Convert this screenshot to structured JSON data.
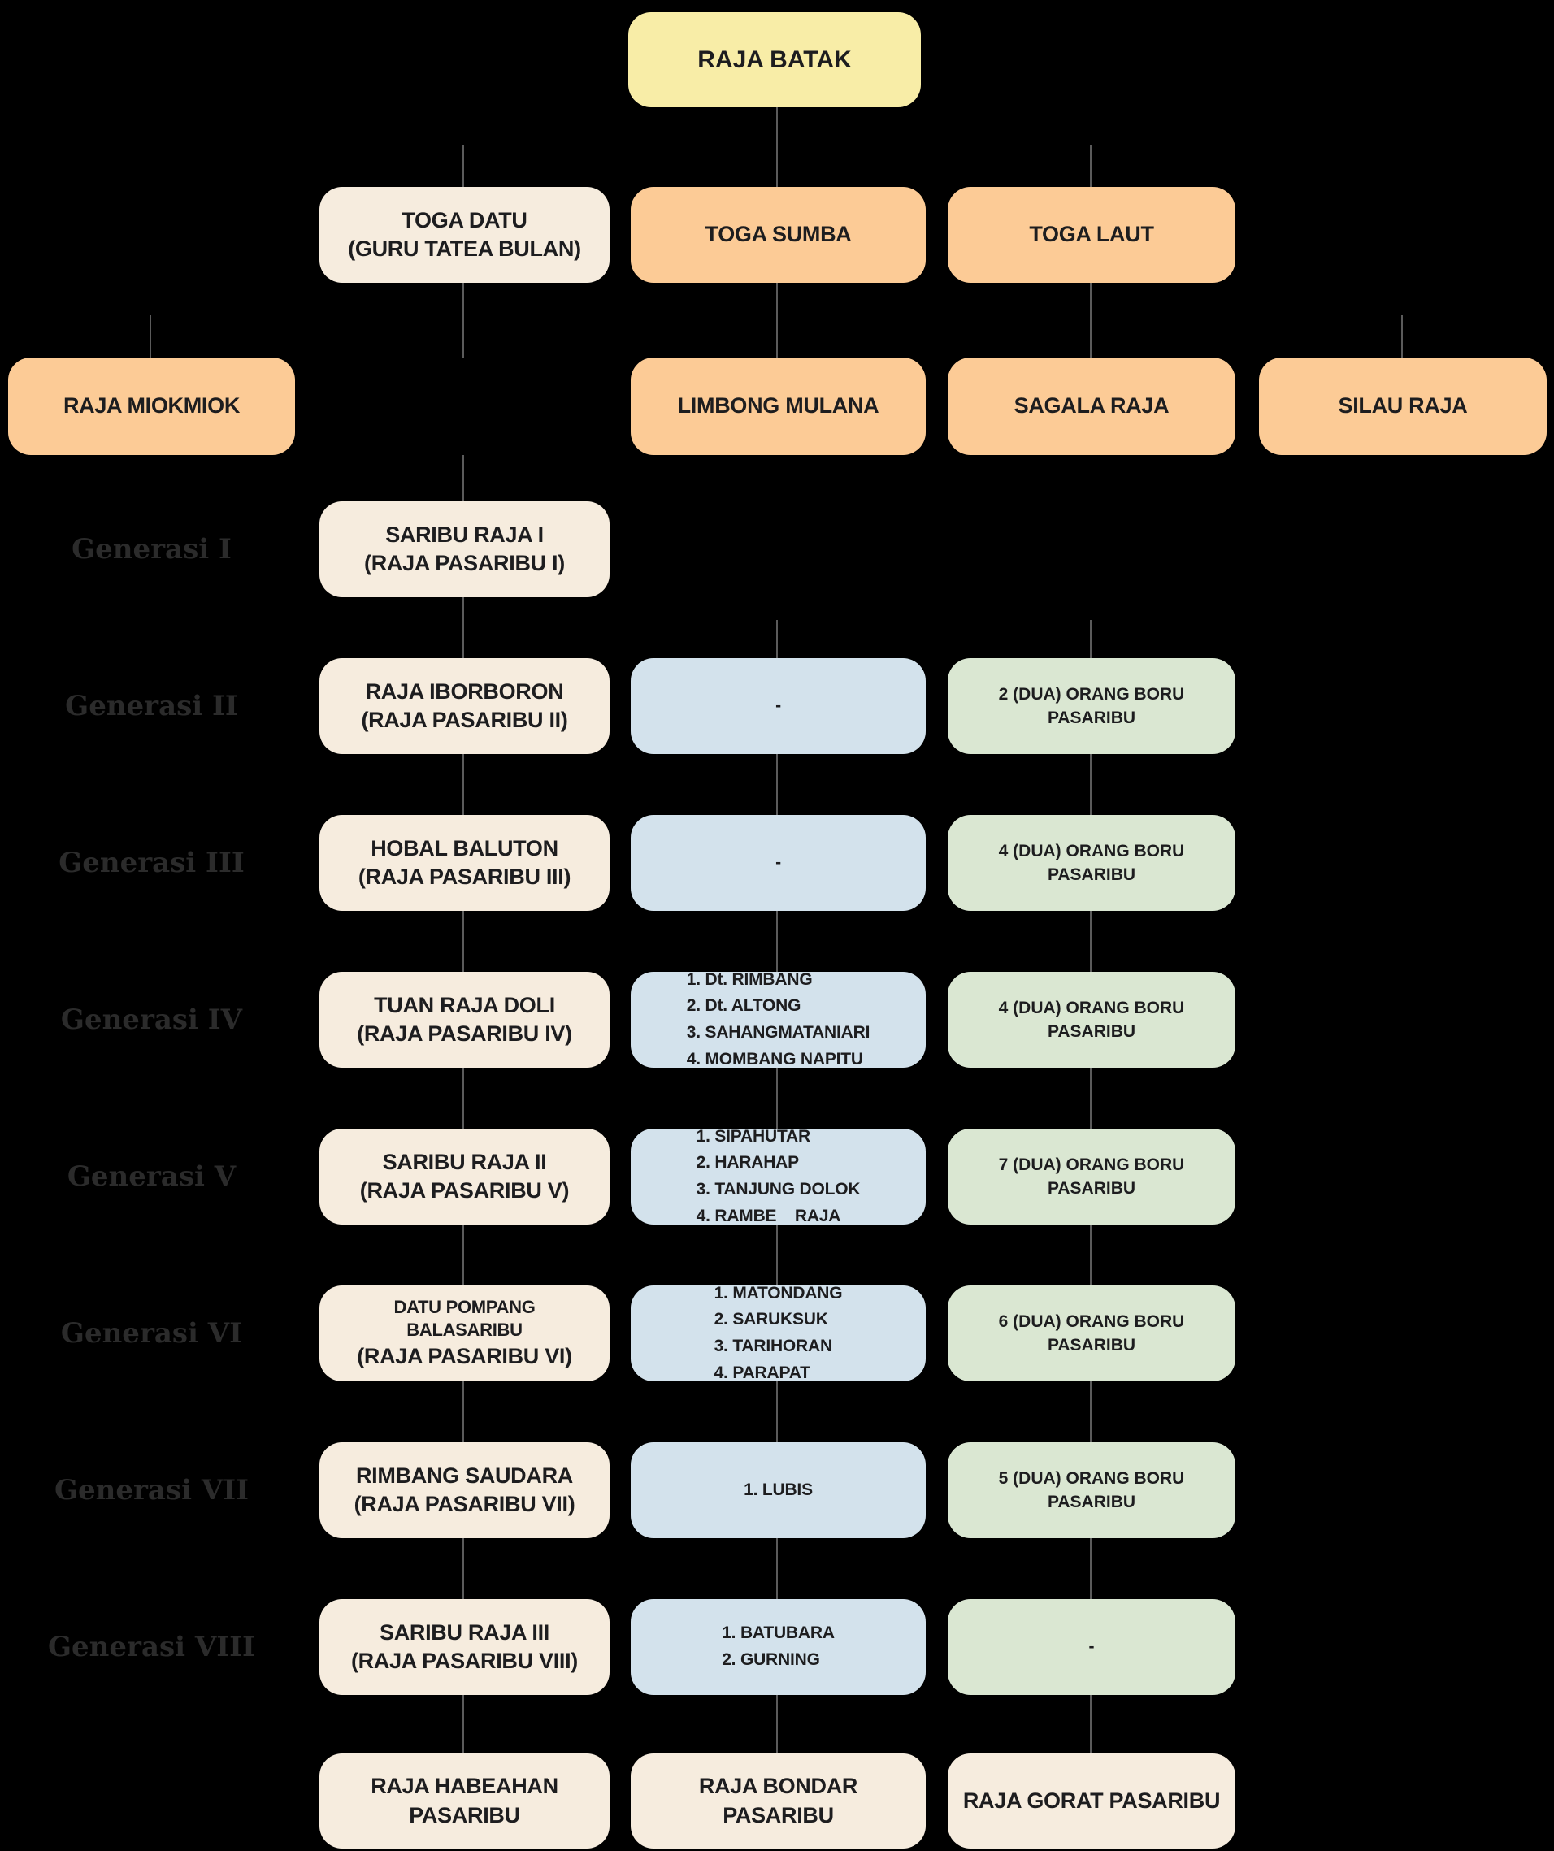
{
  "title": "RAJA BATAK",
  "colors": {
    "background": "#000000",
    "root_fill": "#F8EDA7",
    "root_shadow": "#EFE192",
    "ancestor_fill": "#F6ECDE",
    "ancestor_shadow": "#E2BF92",
    "clan_fill": "#FCCB96",
    "descendant_fill": "#D3E2EC",
    "boru_fill": "#DAE7D2",
    "connector_line": "#5B5B5B",
    "label_text": "#2B2B2B",
    "node_text": "#1D1D1F"
  },
  "root": {
    "label": "RAJA BATAK"
  },
  "level2": [
    {
      "title": "TOGA DATU",
      "subtitle": "(GURU TATEA BULAN)"
    },
    {
      "title": "TOGA SUMBA"
    },
    {
      "title": "TOGA LAUT"
    }
  ],
  "level3": [
    "RAJA MIOKMIOK",
    "LIMBONG MULANA",
    "SAGALA RAJA",
    "SILAU RAJA"
  ],
  "generations": [
    {
      "label": "Generasi I",
      "main": [
        "SARIBU RAJA I",
        "(RAJA PASARIBU I)"
      ],
      "sub": null,
      "boru": null
    },
    {
      "label": "Generasi II",
      "main": [
        "RAJA IBORBORON",
        "(RAJA PASARIBU II)"
      ],
      "sub": [
        "-"
      ],
      "boru": "2 (DUA) ORANG BORU PASARIBU"
    },
    {
      "label": "Generasi III",
      "main": [
        "HOBAL BALUTON",
        "(RAJA PASARIBU III)"
      ],
      "sub": [
        "-"
      ],
      "boru": "4 (DUA) ORANG BORU PASARIBU"
    },
    {
      "label": "Generasi IV",
      "main": [
        "TUAN RAJA DOLI",
        "(RAJA PASARIBU IV)"
      ],
      "sub": [
        "1. Dt. RIMBANG",
        "2. Dt. ALTONG",
        "3. SAHANGMATANIARI",
        "4. MOMBANG NAPITU"
      ],
      "boru": "4 (DUA) ORANG BORU PASARIBU"
    },
    {
      "label": "Generasi V",
      "main": [
        "SARIBU RAJA II",
        "(RAJA PASARIBU V)"
      ],
      "sub": [
        "1. SIPAHUTAR",
        "2. HARAHAP",
        "3. TANJUNG DOLOK",
        "4. RAMBE    RAJA"
      ],
      "boru": "7 (DUA) ORANG BORU PASARIBU"
    },
    {
      "label": "Generasi VI",
      "main": [
        "DATU POMPANG BALASARIBU",
        "(RAJA PASARIBU VI)"
      ],
      "sub": [
        "1. MATONDANG",
        "2. SARUKSUK",
        "3. TARIHORAN",
        "4. PARAPAT"
      ],
      "boru": "6 (DUA) ORANG BORU PASARIBU"
    },
    {
      "label": "Generasi VII",
      "main": [
        "RIMBANG SAUDARA",
        "(RAJA PASARIBU VII)"
      ],
      "sub": [
        "1. LUBIS"
      ],
      "boru": "5 (DUA) ORANG BORU PASARIBU"
    },
    {
      "label": "Generasi VIII",
      "main": [
        "SARIBU RAJA III",
        "(RAJA PASARIBU VIII)"
      ],
      "sub": [
        "1. BATUBARA",
        "2. GURNING"
      ],
      "boru": "-"
    }
  ],
  "bottom": [
    "RAJA HABEAHAN PASARIBU",
    "RAJA BONDAR PASARIBU",
    "RAJA GORAT PASARIBU"
  ]
}
